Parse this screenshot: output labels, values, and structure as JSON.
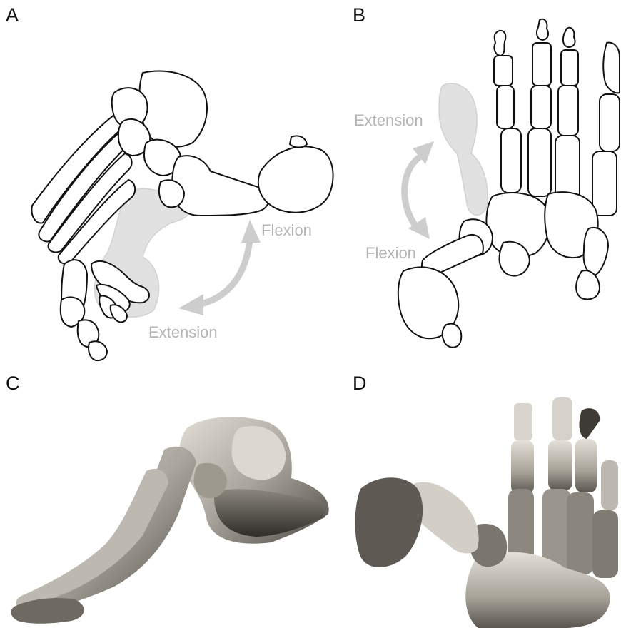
{
  "panels": {
    "a": {
      "label": "A",
      "flexion": "Flexion",
      "extension": "Extension"
    },
    "b": {
      "label": "B",
      "flexion": "Flexion",
      "extension": "Extension"
    },
    "c": {
      "label": "C"
    },
    "d": {
      "label": "D"
    }
  },
  "colors": {
    "outline": "#111111",
    "shaded_bone": "#e0e0e0",
    "movement_arrow": "#cdcdcd",
    "label_gray": "#b4b4b4",
    "photo_bone_light": "#d8d4cc",
    "photo_bone_dark": "#4a4741"
  }
}
